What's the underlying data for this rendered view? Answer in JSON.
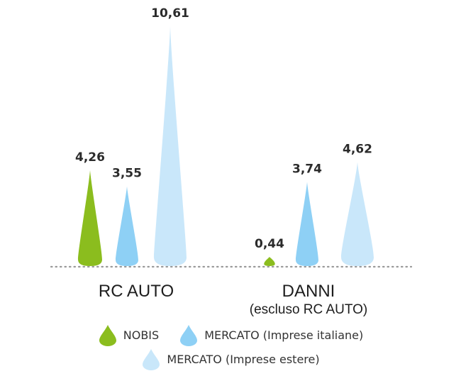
{
  "chart_data": {
    "type": "bar",
    "categories": [
      "RC AUTO",
      "DANNI"
    ],
    "category_sublabels": [
      "",
      "(escluso RC AUTO)"
    ],
    "series": [
      {
        "name": "NOBIS",
        "values": [
          4.26,
          0.44
        ],
        "labels": [
          "4,26",
          "0,44"
        ],
        "color": "#8bbd1e"
      },
      {
        "name": "MERCATO (Imprese italiane)",
        "values": [
          3.55,
          3.74
        ],
        "labels": [
          "3,55",
          "3,74"
        ],
        "color": "#8ed0f5"
      },
      {
        "name": "MERCATO (Imprese estere)",
        "values": [
          10.61,
          4.62
        ],
        "labels": [
          "10,61",
          "4,62"
        ],
        "color": "#c9e7fa"
      }
    ],
    "ylim": [
      0,
      10.61
    ],
    "grid": false,
    "baseline": "dotted",
    "legend_position": "bottom"
  }
}
